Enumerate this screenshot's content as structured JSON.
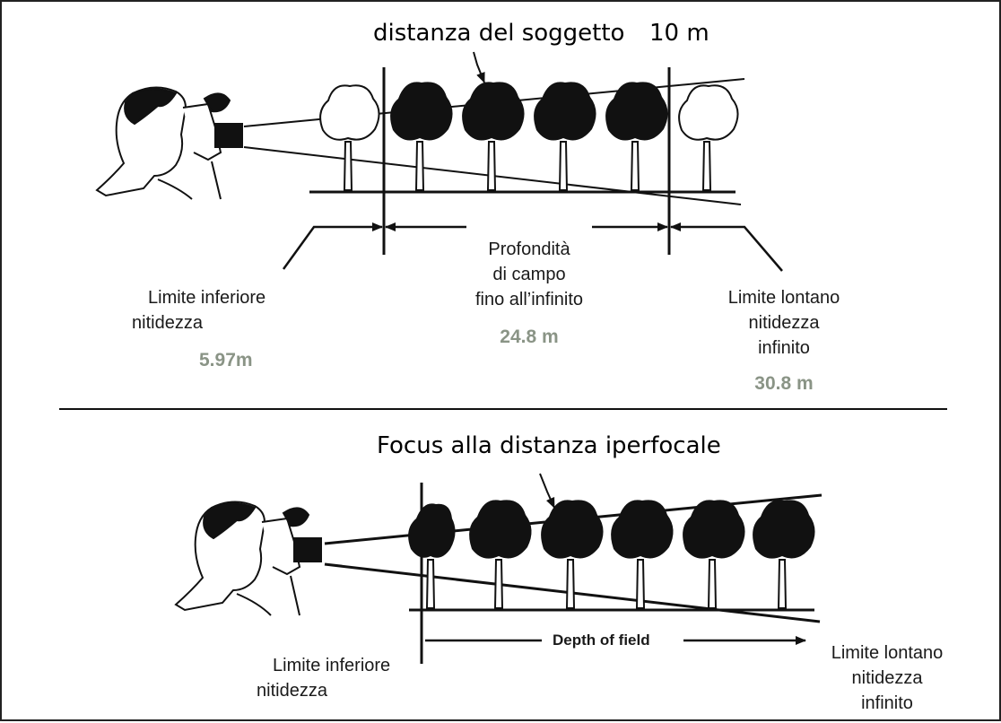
{
  "top": {
    "subject_label": "distanza del soggetto",
    "subject_distance": "10 m",
    "near_label": [
      "Limite inferiore",
      "nitidezza"
    ],
    "near_value": "5.97m",
    "dof_label": [
      "Profondità",
      "di campo",
      "fino all’infinito"
    ],
    "dof_value": "24.8 m",
    "far_label": [
      "Limite lontano",
      "nitidezza",
      "infinito"
    ],
    "far_value": "30.8 m"
  },
  "bottom": {
    "title": "Focus alla distanza iperfocale",
    "dof_label": "Depth of field",
    "near_label": [
      "Limite inferiore",
      "nitidezza"
    ],
    "far_label": [
      "Limite lontano",
      "nitidezza",
      "infinito"
    ]
  },
  "colors": {
    "value_text": "#8a9486",
    "ink": "#111111"
  }
}
